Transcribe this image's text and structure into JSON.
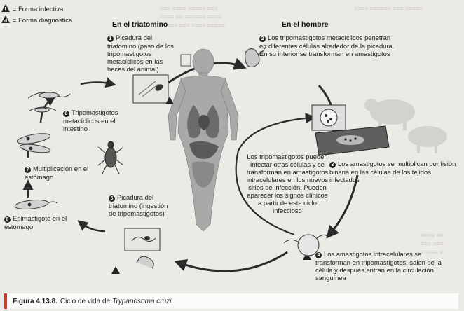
{
  "legend": {
    "infective": "= Forma infectiva",
    "diagnostic": "= Forma diagnóstica"
  },
  "headers": {
    "vector": "En el triatomino",
    "host": "En el hombre"
  },
  "steps": {
    "s1": {
      "num": "1",
      "text": "Picadura del triatomino (paso de los tripomastigotos metacíclicos en las heces del animal)"
    },
    "s2": {
      "num": "2",
      "text": "Los tripomastigotos metacíclicos penetran en diferentes células alrededor de la picadura. En su interior se transforman en amastigotos"
    },
    "s3": {
      "num": "3",
      "text": "Los amastigotos se multiplican por fisión binaria en las células de los tejidos infectados"
    },
    "s4": {
      "num": "4",
      "text": "Los amastigotos intracelulares se transforman en tripomastigotos, salen de la célula y después entran en la circulación sanguínea"
    },
    "s5": {
      "num": "5",
      "text": "Picadura del triatomino (ingestión de tripomastigotos)"
    },
    "s6": {
      "num": "6",
      "text": "Epimastigoto en el estómago"
    },
    "s7": {
      "num": "7",
      "text": "Multiplicación en el estómago"
    },
    "s8": {
      "num": "8",
      "text": "Tripomastigotos metacíclicos en el intestino"
    }
  },
  "center_note": "Los tripomastigotos pueden infectar otras células y se transforman en amastigotos intracelulares en los nuevos sitios de infección. Pueden aparecer los signos clínicos a partir de este ciclo infeccioso",
  "caption": {
    "fig": "Figura 4.13.8.",
    "text": "Ciclo de vida de",
    "species": "Trypanosoma cruzi."
  },
  "colors": {
    "arrow": "#2b2b2b",
    "accent": "#d23a2a",
    "body": "#9a9a9a"
  }
}
